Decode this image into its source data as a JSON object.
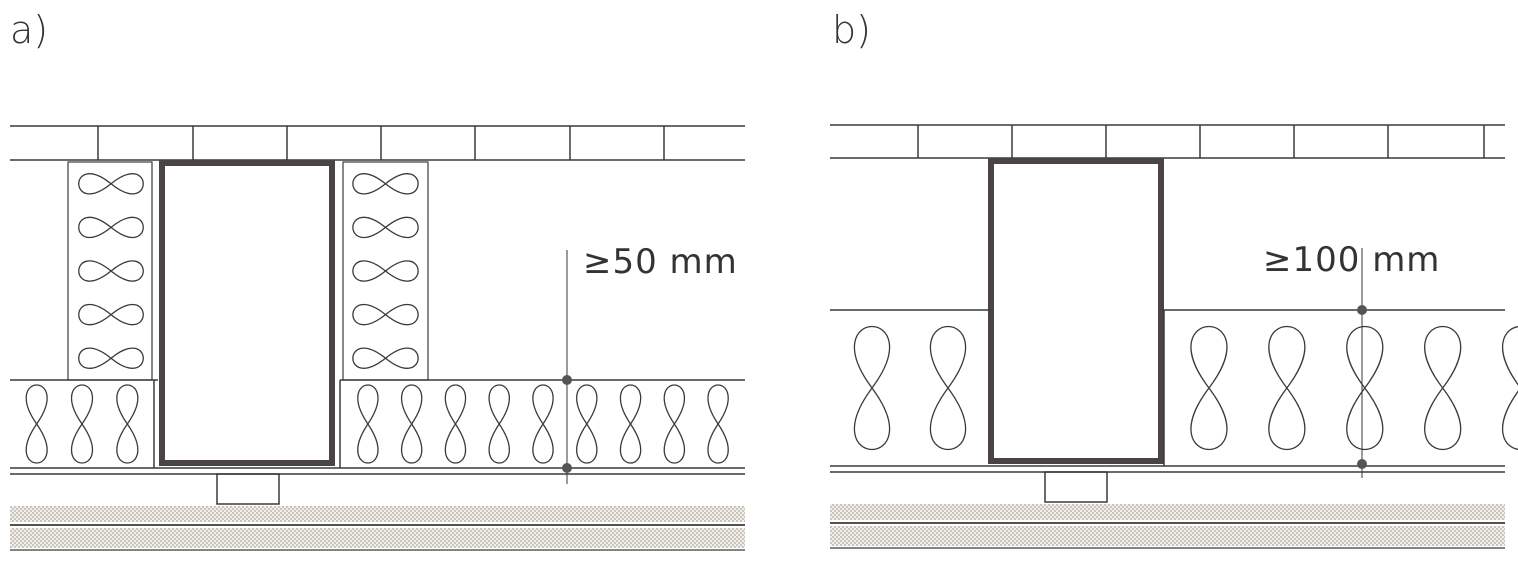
{
  "panels": {
    "a": {
      "label": "a)",
      "dimension": "≥50 mm"
    },
    "b": {
      "label": "b)",
      "dimension": "≥100 mm"
    }
  },
  "colors": {
    "line": "#3a3a3a",
    "stud": "#4a4444",
    "board_fill": "#f3efe6"
  }
}
